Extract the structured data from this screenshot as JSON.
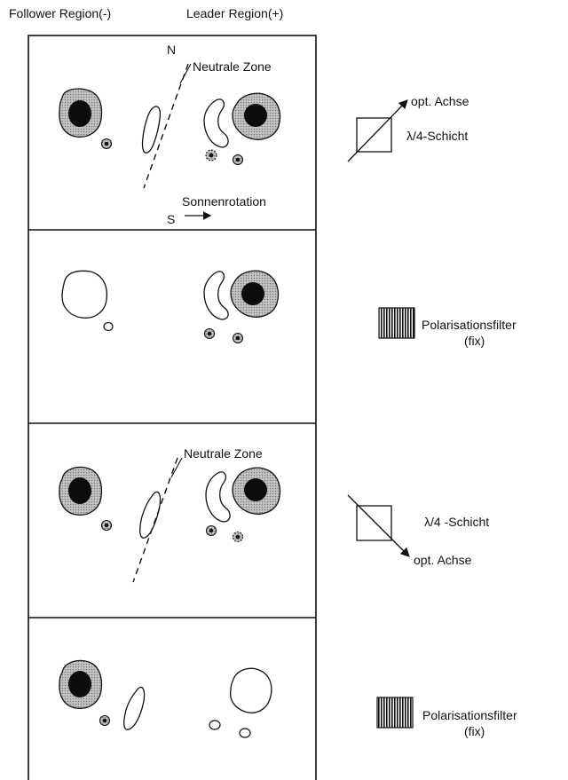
{
  "header": {
    "follower_label": "Follower Region(-)",
    "leader_label": "Leader Region(+)"
  },
  "panel1": {
    "north_label": "N",
    "south_label": "S",
    "neutral_zone_label": "Neutrale Zone",
    "rotation_label": "Sonnenrotation",
    "optic_axis_label": "opt. Achse",
    "waveplate_label": "λ/4-Schicht"
  },
  "panel2": {
    "filter_label_line1": "Polarisationsfilter",
    "filter_label_line2": "(fix)"
  },
  "panel3": {
    "neutral_zone_label": "Neutrale Zone",
    "waveplate_label": "λ/4 -Schicht",
    "optic_axis_label": "opt. Achse"
  },
  "panel4": {
    "filter_label_line1": "Polarisationsfilter",
    "filter_label_line2": "(fix)"
  },
  "colors": {
    "ink": "#111111",
    "penumbra": "#a8a8a8",
    "umbra": "#0c0c0c",
    "paper": "#ffffff"
  }
}
